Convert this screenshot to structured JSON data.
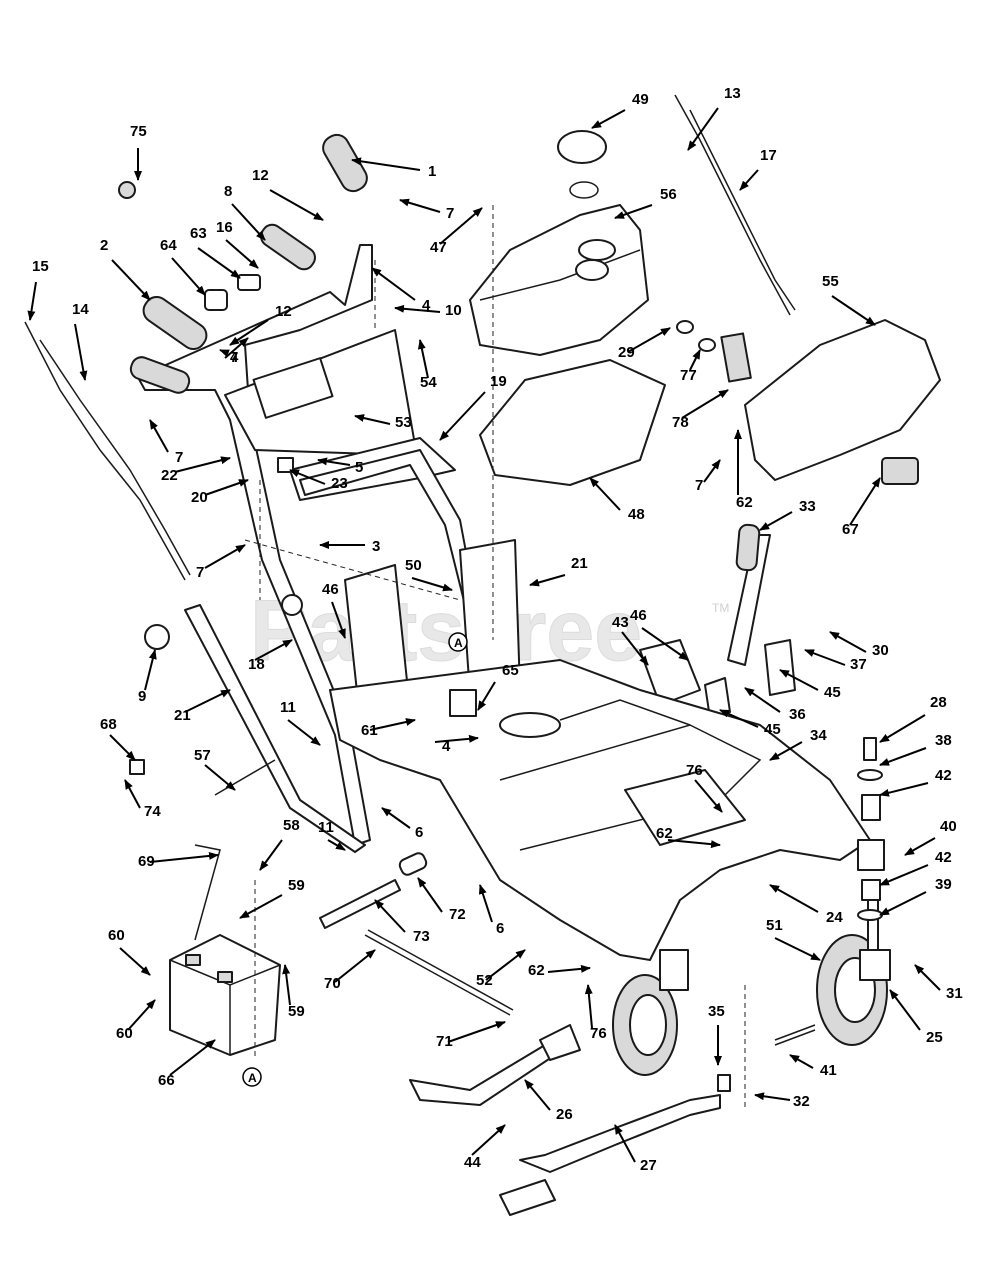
{
  "watermark": {
    "text": "PartsTree",
    "trademark": "TM"
  },
  "reference_marker": "A",
  "callouts": [
    "1",
    "2",
    "3",
    "4",
    "4",
    "4",
    "5",
    "6",
    "6",
    "7",
    "7",
    "7",
    "7",
    "7",
    "8",
    "9",
    "10",
    "11",
    "11",
    "12",
    "12",
    "13",
    "14",
    "15",
    "16",
    "17",
    "18",
    "19",
    "20",
    "21",
    "21",
    "22",
    "23",
    "24",
    "25",
    "26",
    "27",
    "28",
    "29",
    "30",
    "31",
    "32",
    "33",
    "34",
    "35",
    "36",
    "37",
    "38",
    "39",
    "40",
    "41",
    "42",
    "42",
    "43",
    "44",
    "45",
    "45",
    "46",
    "46",
    "47",
    "48",
    "49",
    "50",
    "51",
    "52",
    "53",
    "54",
    "55",
    "56",
    "57",
    "58",
    "59",
    "59",
    "60",
    "60",
    "61",
    "62",
    "62",
    "62",
    "63",
    "64",
    "65",
    "66",
    "67",
    "68",
    "69",
    "70",
    "71",
    "72",
    "73",
    "74",
    "75",
    "76",
    "76",
    "77",
    "78"
  ]
}
